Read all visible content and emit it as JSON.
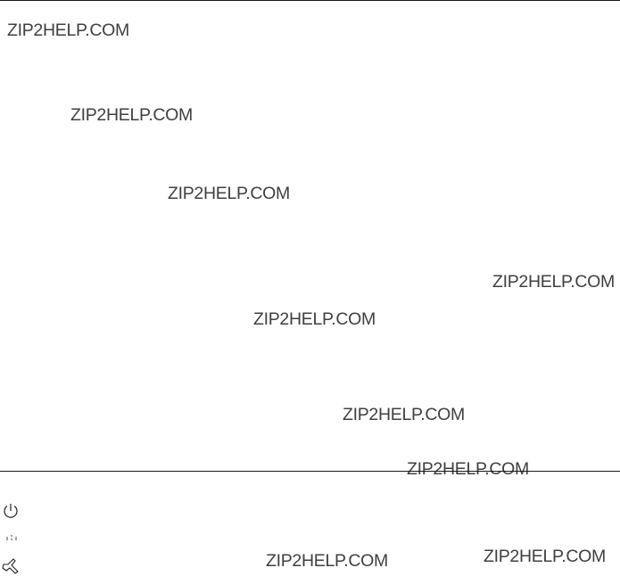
{
  "watermarks": [
    "ZIP2HELP.COM",
    "ZIP2HELP.COM",
    "ZIP2HELP.COM",
    "ZIP2HELP.COM",
    "ZIP2HELP.COM",
    "ZIP2HELP.COM",
    "ZIP2HELP.COM",
    "ZIP2HELP.COM",
    "ZIP2HELP.COM"
  ],
  "icons": [
    "power-symbol-icon",
    "dots-indicator-icon",
    "speaker-symbol-icon"
  ],
  "colors": {
    "text": "#404040",
    "rule": "#1a1a1a",
    "background": "#ffffff"
  }
}
